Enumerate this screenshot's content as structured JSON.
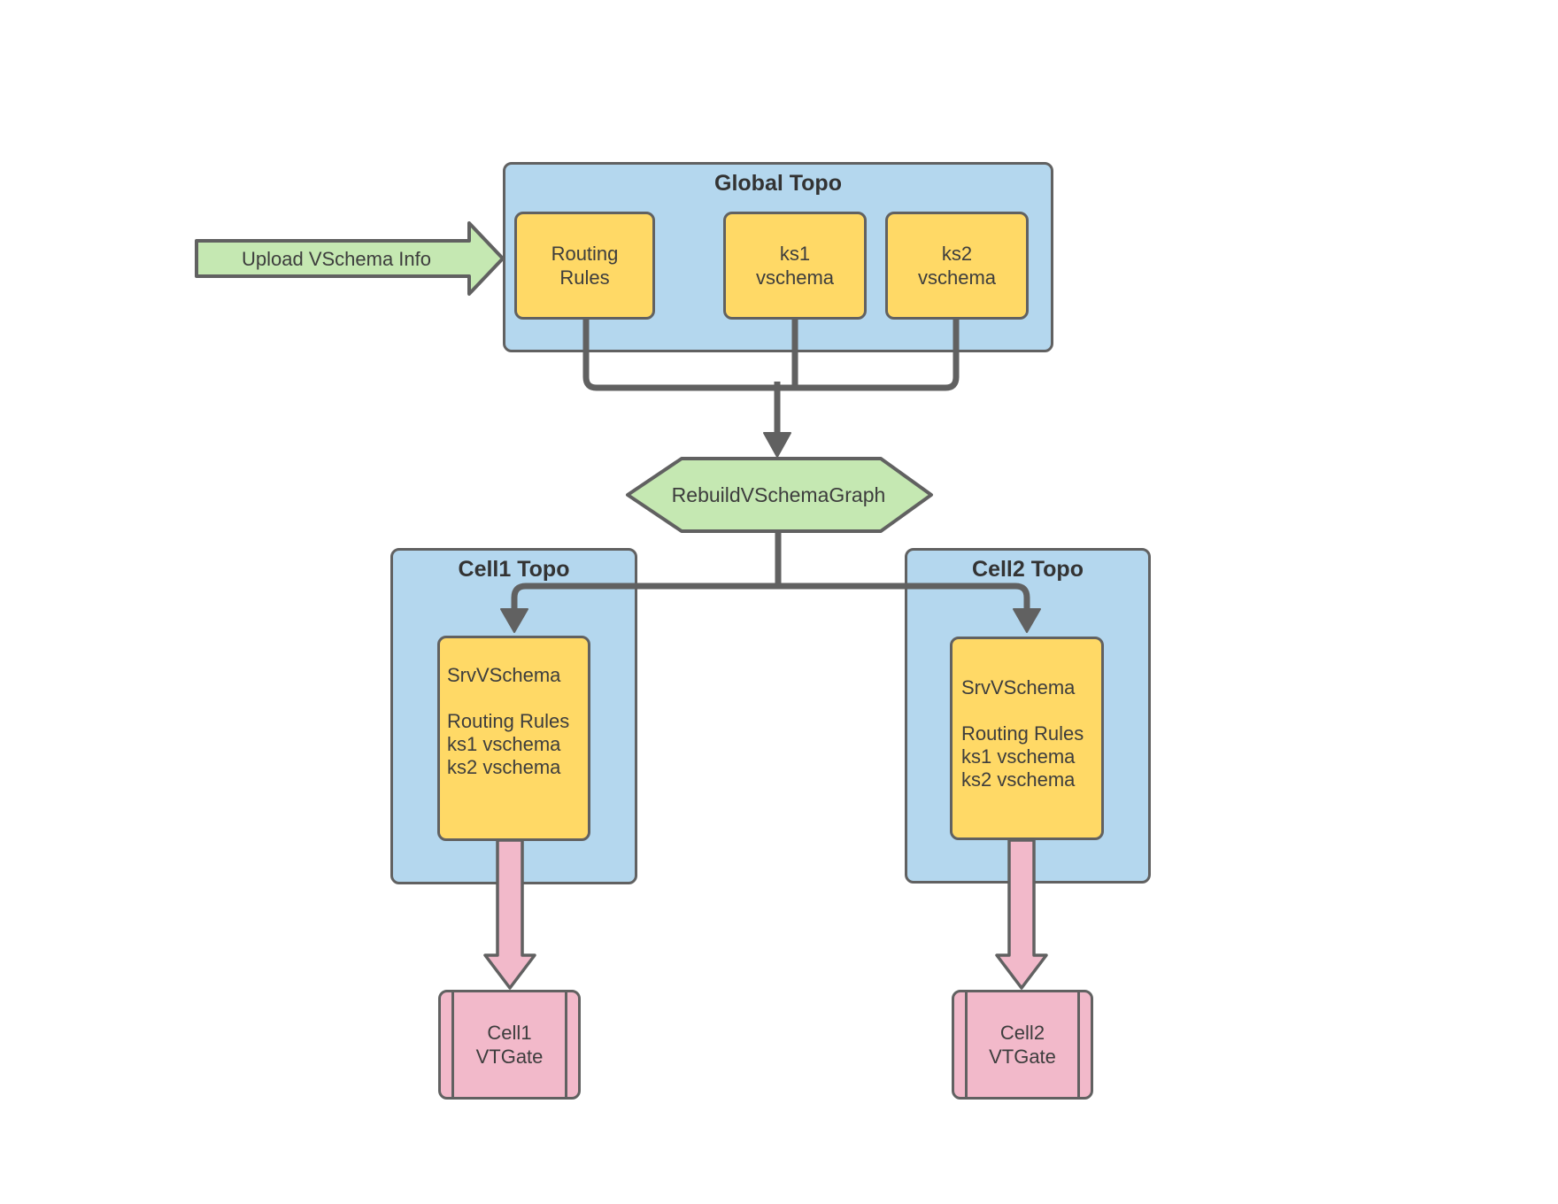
{
  "diagram": {
    "upload_arrow": {
      "label": "Upload VSchema Info"
    },
    "global_topo": {
      "title": "Global Topo",
      "routing_rules": "Routing\nRules",
      "ks1": "ks1\nvschema",
      "ks2": "ks2\nvschema"
    },
    "rebuild_step": {
      "label": "RebuildVSchemaGraph"
    },
    "cell1": {
      "title": "Cell1 Topo",
      "srv_vschema": "SrvVSchema\n\nRouting Rules\nks1 vschema\nks2 vschema",
      "vtgate": "Cell1\nVTGate"
    },
    "cell2": {
      "title": "Cell2 Topo",
      "srv_vschema": "SrvVSchema\n\nRouting Rules\nks1 vschema\nks2 vschema",
      "vtgate": "Cell2\nVTGate"
    }
  },
  "colors": {
    "topo-blue": "#b4d7ee",
    "schema-yellow": "#ffd966",
    "action-green": "#c5e8b2",
    "vtgate-pink": "#f2b9ca",
    "line-gray": "#616161",
    "text-dark": "#3d3d3d"
  }
}
